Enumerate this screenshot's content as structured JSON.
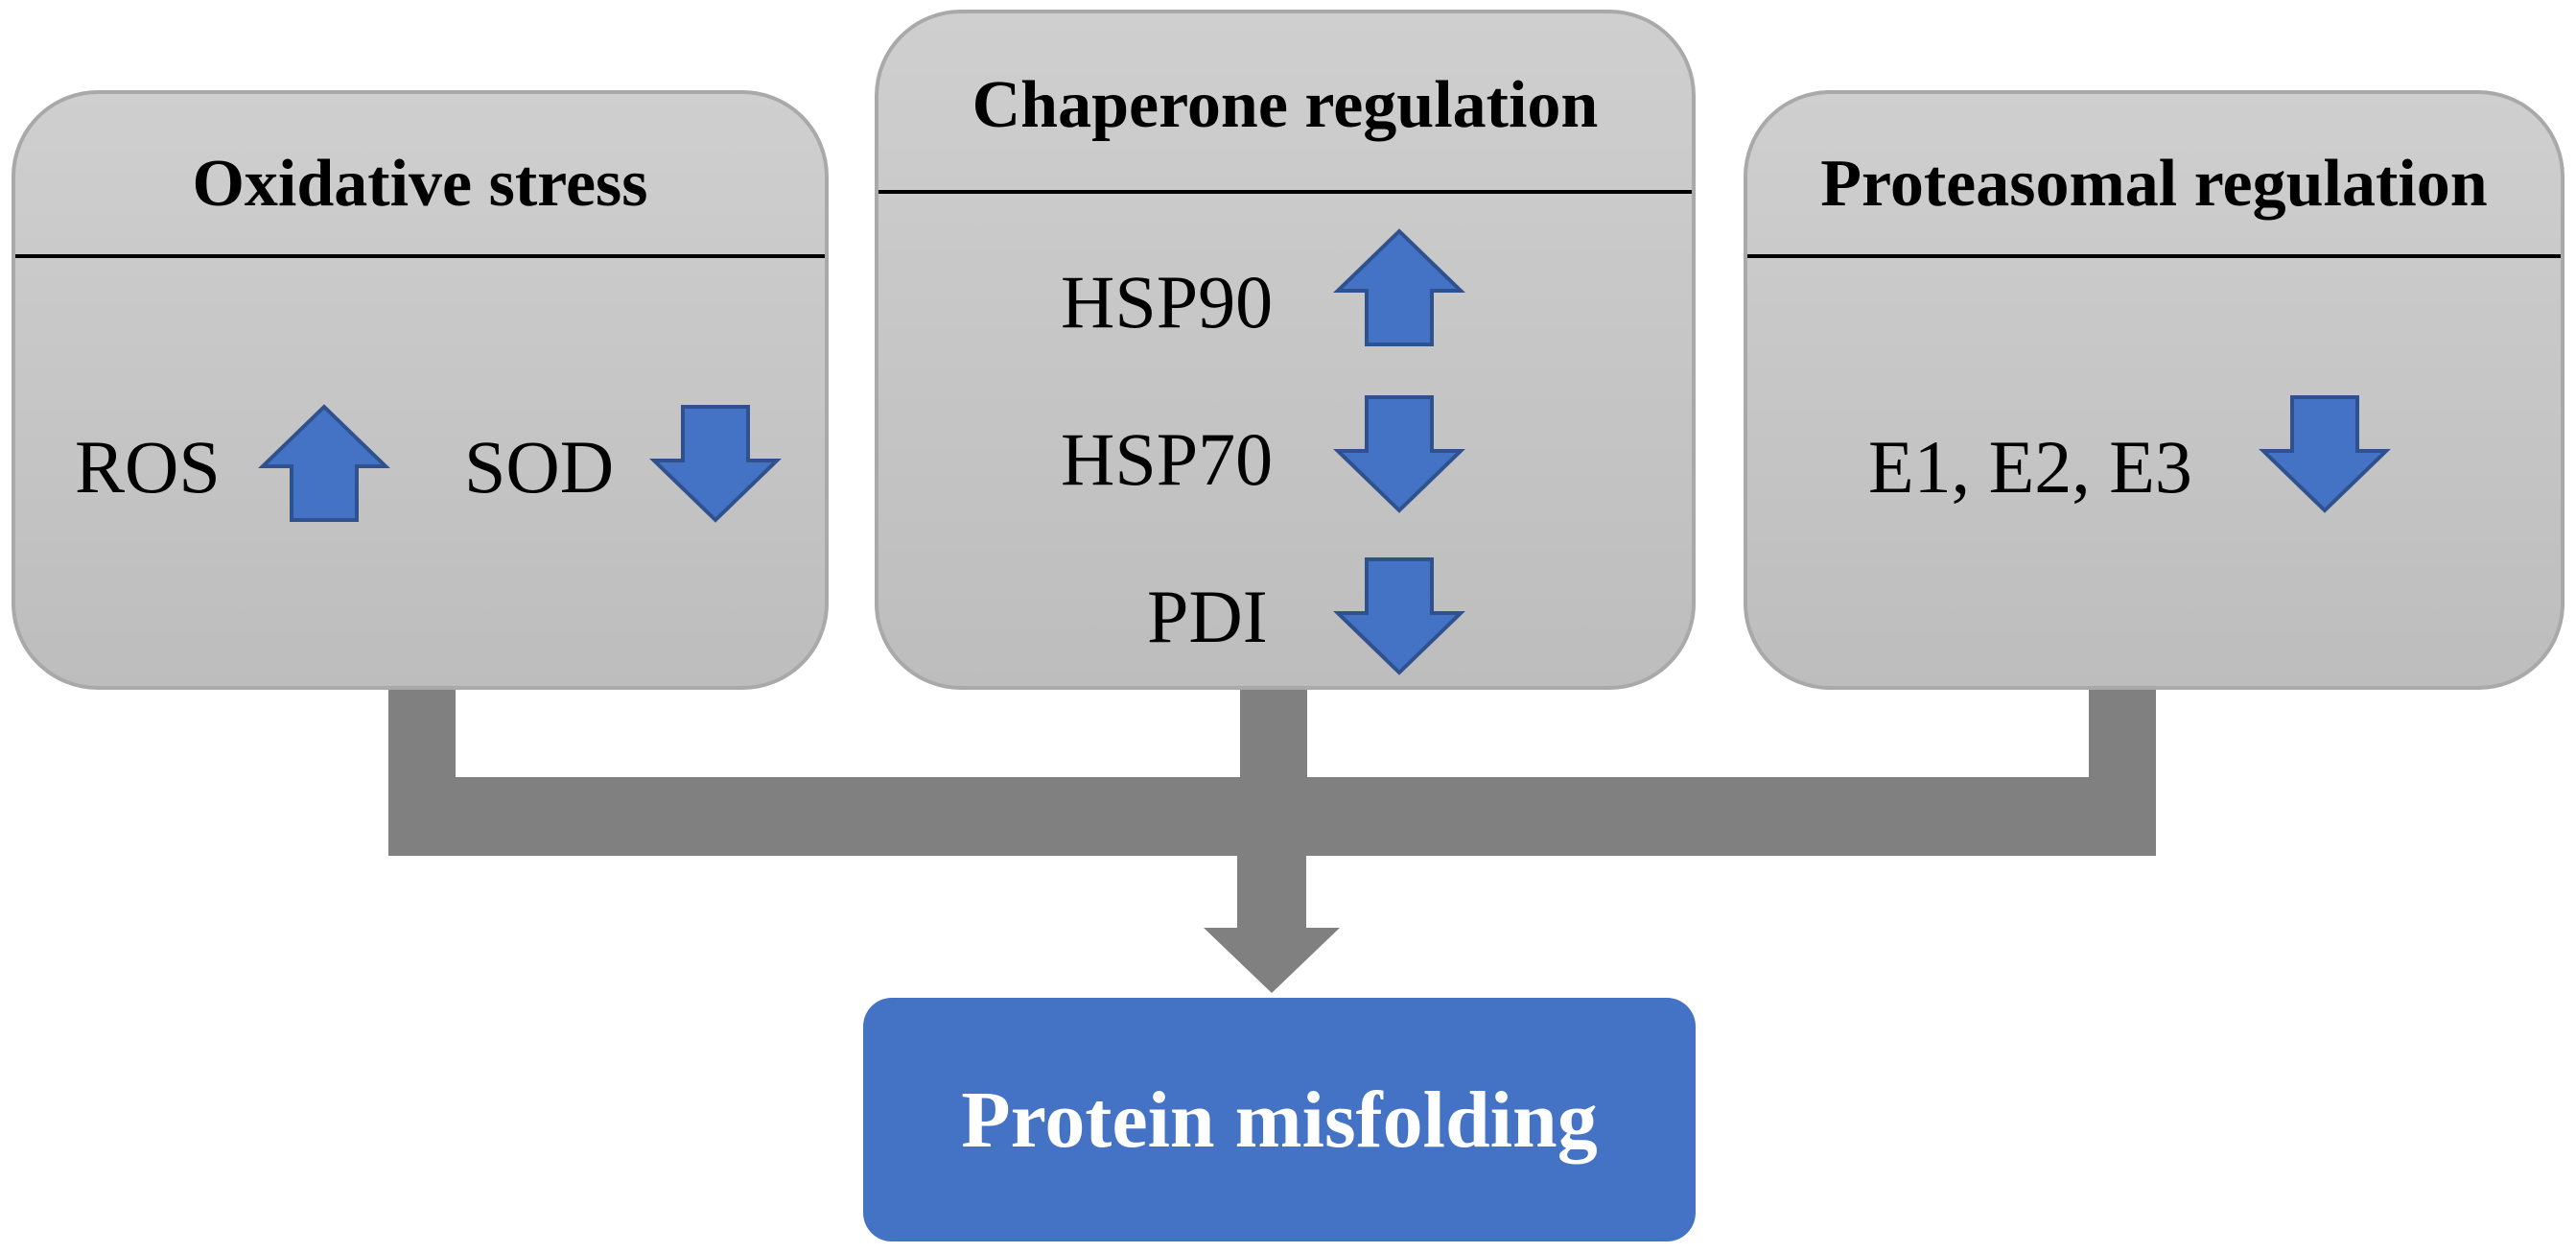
{
  "colors": {
    "box_fill": "#c8c8c8",
    "box_border": "#a9a9a9",
    "connector": "#808080",
    "arrow_fill": "#4472c4",
    "arrow_stroke": "#2f528f",
    "result_fill": "#4472c4",
    "result_text": "#ffffff"
  },
  "boxes": [
    {
      "title": "Oxidative stress",
      "items": [
        {
          "label": "ROS",
          "direction": "up"
        },
        {
          "label": "SOD",
          "direction": "down"
        }
      ]
    },
    {
      "title": "Chaperone regulation",
      "items": [
        {
          "label": "HSP90",
          "direction": "up"
        },
        {
          "label": "HSP70",
          "direction": "down"
        },
        {
          "label": "PDI",
          "direction": "down"
        }
      ]
    },
    {
      "title": "Proteasomal regulation",
      "items": [
        {
          "label": "E1, E2, E3",
          "direction": "down"
        }
      ]
    }
  ],
  "result": {
    "label": "Protein misfolding"
  }
}
